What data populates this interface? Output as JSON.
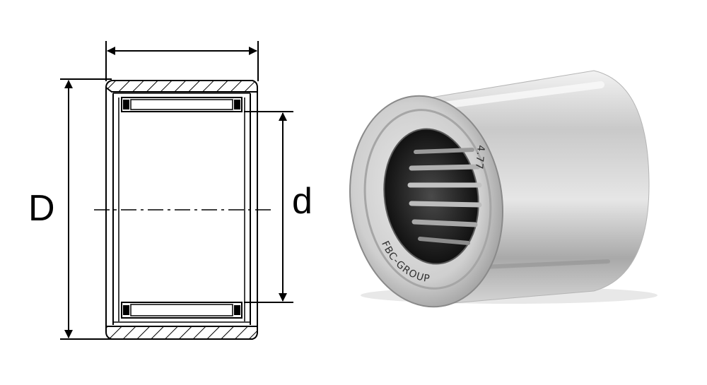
{
  "drawing": {
    "outer_diameter_label": "D",
    "inner_diameter_label": "d"
  },
  "photo": {
    "stamp_brand": "FBC-GROUP",
    "stamp_part": "4.77"
  }
}
